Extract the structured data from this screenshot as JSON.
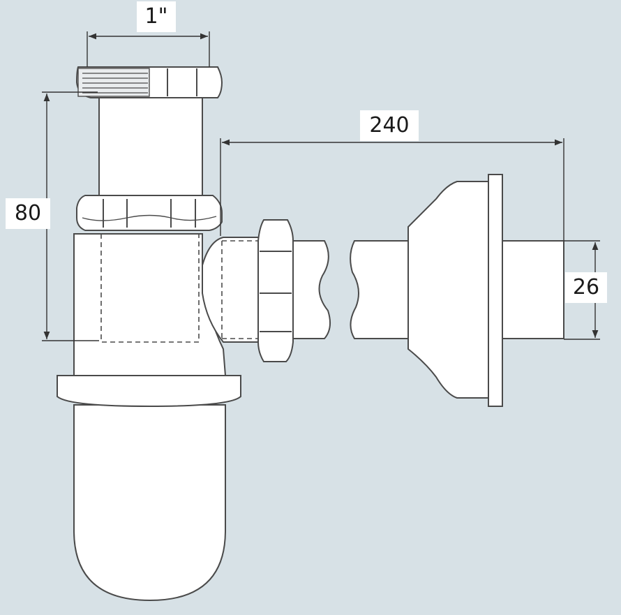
{
  "dimensions": {
    "thread_size": "1\"",
    "outlet_length": "240",
    "height": "80",
    "pipe_diameter": "26"
  },
  "colors": {
    "background": "#d7e1e6",
    "part_fill": "#ffffff",
    "outline": "#4a4a4a",
    "label_bg": "#ffffff"
  }
}
